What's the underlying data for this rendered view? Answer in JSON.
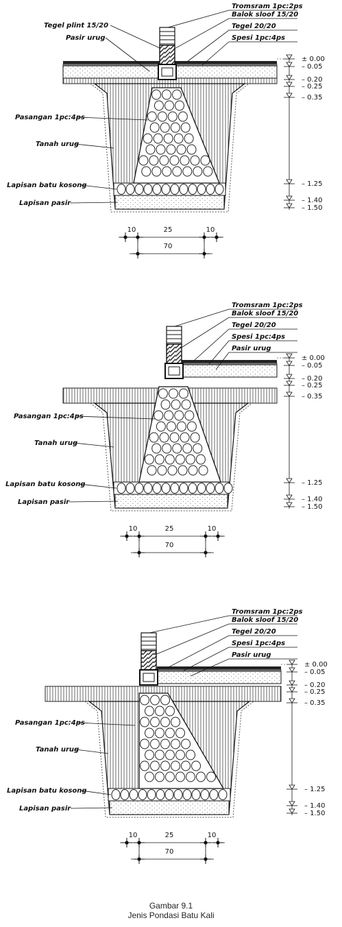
{
  "diagrams": [
    {
      "variant": "center",
      "labels": {
        "tromsram": "Tromsram 1pc:2ps",
        "sloof": "Balok sloof 15/20",
        "plint": "Tegel plint 15/20",
        "tegel": "Tegel 20/20",
        "spesi": "Spesi 1pc:4ps",
        "pasir_urug": "Pasir urug",
        "pasangan": "Pasangan 1pc:4ps",
        "tanah": "Tanah urug",
        "batu_kosong": "Lapisan batu kosong",
        "lapisan_pasir": "Lapisan pasir"
      },
      "levels": [
        "± 0.00",
        "– 0.05",
        "– 0.20",
        "– 0.25",
        "– 0.35",
        "– 1.25",
        "– 1.40",
        "– 1.50"
      ],
      "dims": {
        "left": "10",
        "mid": "25",
        "right": "10",
        "total": "70"
      }
    },
    {
      "variant": "left-edge",
      "labels": {
        "tromsram": "Tromsram 1pc:2ps",
        "sloof": "Balok sloof 15/20",
        "tegel": "Tegel 20/20",
        "spesi": "Spesi 1pc:4ps",
        "pasir_urug": "Pasir urug",
        "pasangan": "Pasangan 1pc:4ps",
        "tanah": "Tanah urug",
        "batu_kosong": "Lapisan batu kosong",
        "lapisan_pasir": "Lapisan pasir"
      },
      "levels": [
        "± 0.00",
        "– 0.05",
        "– 0.20",
        "– 0.25",
        "– 0.35",
        "– 1.25",
        "– 1.40",
        "– 1.50"
      ],
      "dims": {
        "left": "10",
        "mid": "25",
        "right": "10",
        "total": "70"
      }
    },
    {
      "variant": "asymmetric",
      "labels": {
        "tromsram": "Tromsram 1pc:2ps",
        "sloof": "Balok sloof 15/20",
        "tegel": "Tegel 20/20",
        "spesi": "Spesi 1pc:4ps",
        "pasir_urug": "Pasir urug",
        "pasangan": "Pasangan 1pc:4ps",
        "tanah": "Tanah urug",
        "batu_kosong": "Lapisan batu kosong",
        "lapisan_pasir": "Lapisan pasir"
      },
      "levels": [
        "± 0.00",
        "– 0.05",
        "– 0.20",
        "– 0.25",
        "– 0.35",
        "– 1.25",
        "– 1.40",
        "– 1.50"
      ],
      "dims": {
        "left": "10",
        "mid": "25",
        "right": "10",
        "total": "70"
      }
    }
  ],
  "caption": {
    "line1": "Gambar 9.1",
    "line2": "Jenis Pondasi Batu Kali"
  }
}
